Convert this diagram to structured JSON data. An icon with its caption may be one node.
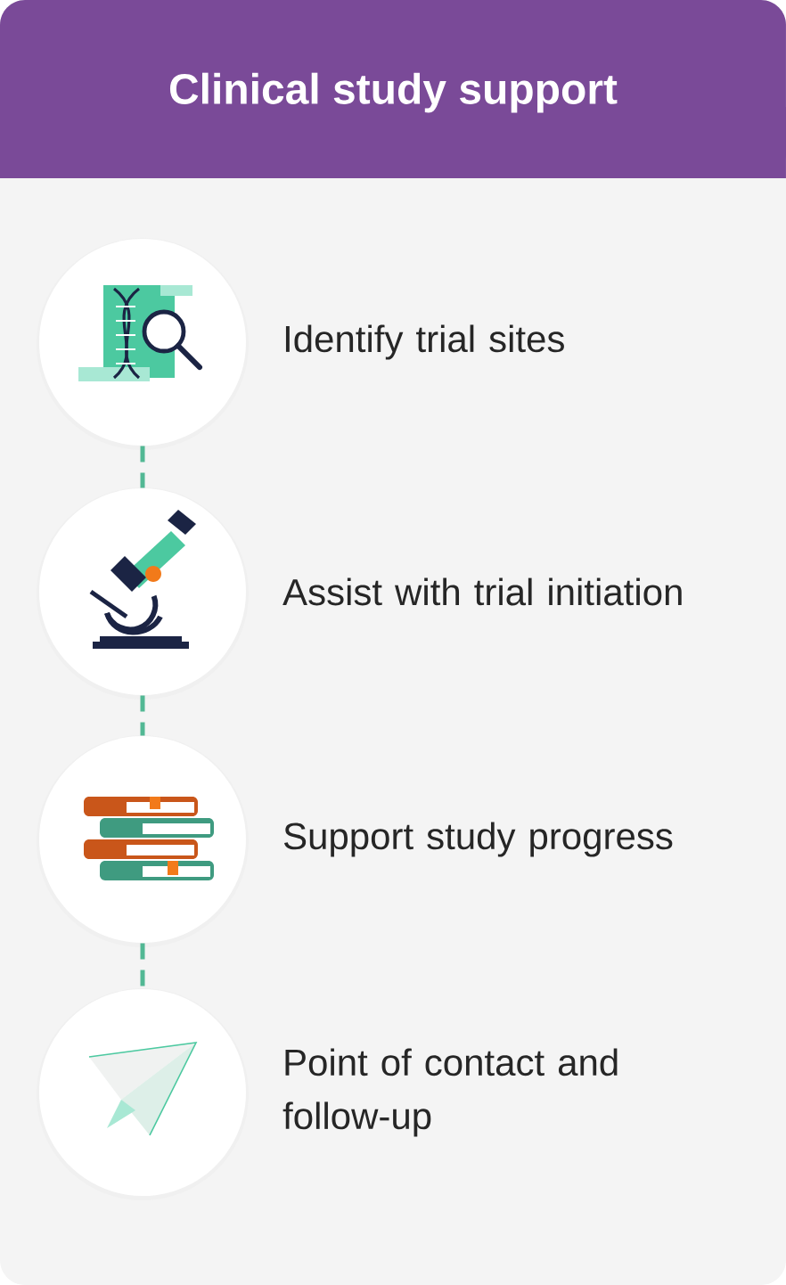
{
  "diagram": {
    "title": "Clinical study support",
    "nodes": [
      {
        "text": [],
        "shape": "circle",
        "beside": [
          "Identify trial sites"
        ]
      },
      {
        "text": [],
        "shape": "circle",
        "beside": [
          "Assist with trial initiation"
        ]
      },
      {
        "text": [],
        "shape": "circle",
        "beside": [
          "Support study progress"
        ]
      },
      {
        "text": [],
        "shape": "circle",
        "beside": [
          "Point of contact and follow-up"
        ]
      }
    ],
    "edges": [
      {
        "from": 0,
        "to": 1,
        "arrow": "none",
        "style": "dashed"
      },
      {
        "from": 1,
        "to": 2,
        "arrow": "none",
        "style": "dashed"
      },
      {
        "from": 2,
        "to": 3,
        "arrow": "none",
        "style": "dashed"
      }
    ]
  }
}
